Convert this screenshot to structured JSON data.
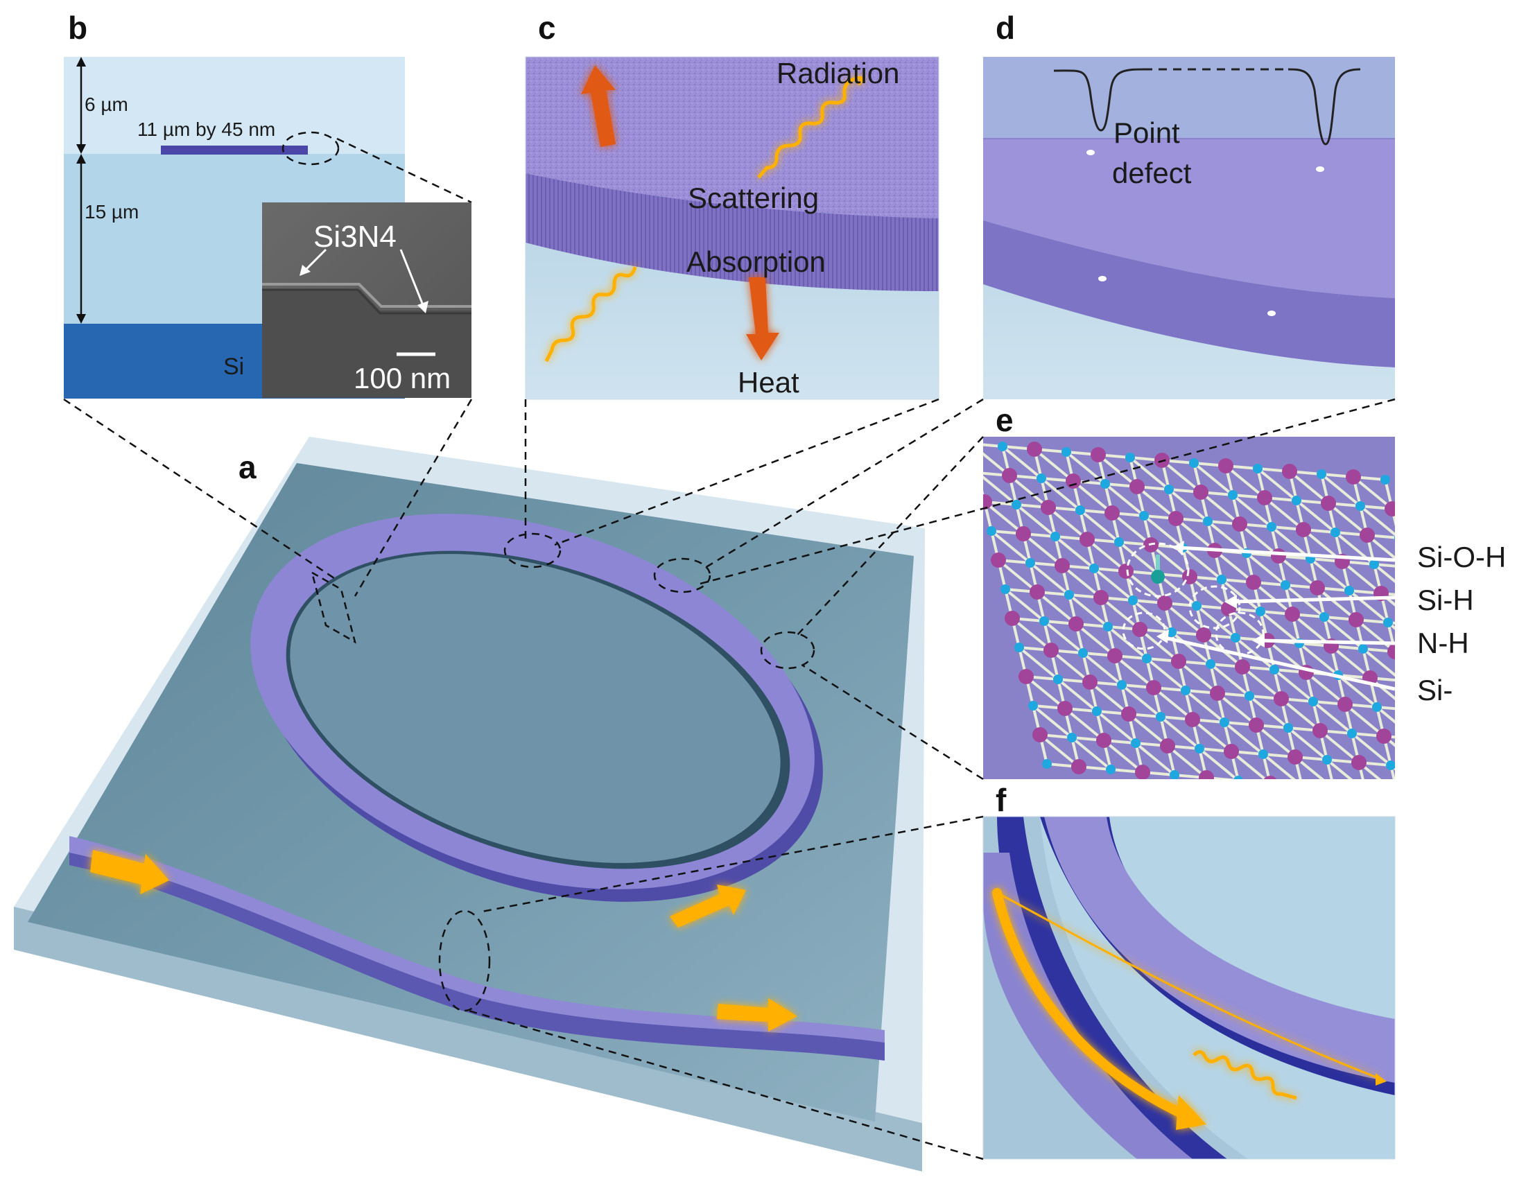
{
  "panel_labels": {
    "a": "a",
    "b": "b",
    "c": "c",
    "d": "d",
    "e": "e",
    "f": "f"
  },
  "panel_b": {
    "top_cladding": "6 µm",
    "bottom_cladding": "15 µm",
    "core_dimensions": "11 µm by 45 nm",
    "substrate": "Si",
    "sem_material": "Si3N4",
    "scale_bar": "100 nm"
  },
  "panel_c": {
    "radiation": "Radiation",
    "scattering": "Scattering",
    "absorption": "Absorption",
    "heat": "Heat"
  },
  "panel_d": {
    "point_defect_line1": "Point",
    "point_defect_line2": "defect"
  },
  "panel_e": {
    "bonds": [
      "Si-O-H",
      "Si-H",
      "N-H",
      "Si-"
    ]
  },
  "colors": {
    "waveguide": "#8b86d8",
    "waveguide_dark": "#5d58b8",
    "substrate_top": "#6f93a8",
    "glow": "#ff9a1a",
    "arrow_orange": "#ffb000",
    "silicon_purple": "#a2449a",
    "nitrogen_blue": "#1fa7e0"
  }
}
